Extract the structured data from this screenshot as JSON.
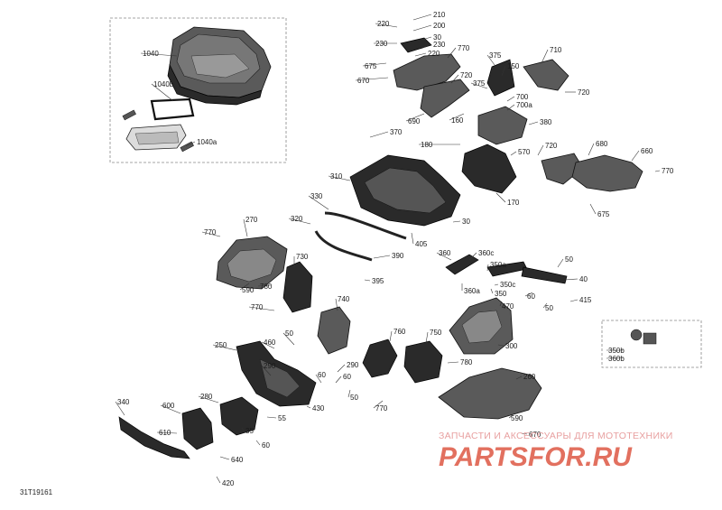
{
  "diagram_code": "31T19161",
  "watermark": {
    "tagline": "ЗАПЧАСТИ И АКСЕССУАРЫ ДЛЯ МОТОТЕХНИКИ",
    "logo": "PARTSFOR.RU"
  },
  "part_labels": [
    "1040",
    "1040b",
    "1040a",
    "210",
    "220",
    "200",
    "30",
    "230",
    "230",
    "675",
    "670",
    "220",
    "770",
    "375",
    "150",
    "710",
    "720",
    "720",
    "375",
    "700",
    "700a",
    "690",
    "160",
    "380",
    "370",
    "180",
    "720",
    "570",
    "680",
    "660",
    "770",
    "310",
    "170",
    "675",
    "330",
    "30",
    "320",
    "405",
    "270",
    "770",
    "390",
    "395",
    "730",
    "590",
    "780",
    "360",
    "360c",
    "350a",
    "50",
    "40",
    "350c",
    "60",
    "415",
    "350",
    "360a",
    "50",
    "470",
    "300",
    "740",
    "770",
    "50",
    "350b",
    "360b",
    "250",
    "460",
    "750",
    "760",
    "290",
    "290",
    "780",
    "60",
    "60",
    "50",
    "430",
    "770",
    "260",
    "340",
    "280",
    "600",
    "55",
    "590",
    "610",
    "35",
    "670",
    "60",
    "640",
    "420"
  ]
}
